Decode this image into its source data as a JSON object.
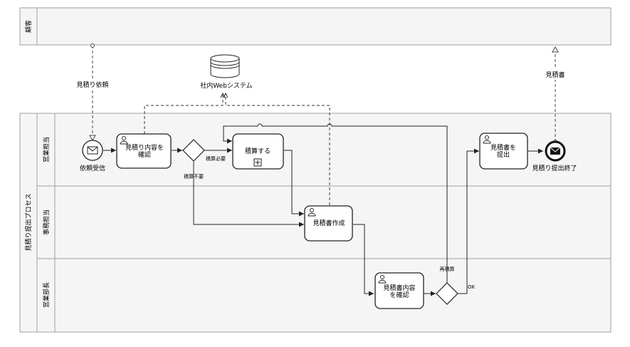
{
  "pools": {
    "customer": {
      "label": "顧客"
    },
    "process": {
      "label": "見積り提出プロセス",
      "lanes": [
        {
          "label": "営業担当"
        },
        {
          "label": "事務担当"
        },
        {
          "label": "営業部長"
        }
      ]
    }
  },
  "datastore": {
    "label": "社内Webシステム"
  },
  "events": {
    "start": {
      "label": "依頼受信"
    },
    "end": {
      "label": "見積り提出終了"
    }
  },
  "tasks": {
    "confirm_request": {
      "line1": "見積り内容を",
      "line2": "確認"
    },
    "estimate": {
      "label": "積算する"
    },
    "create_quote": {
      "label": "見積書作成"
    },
    "manager_review": {
      "line1": "見積書内容",
      "line2": "を確認"
    },
    "submit_quote": {
      "line1": "見積書を",
      "line2": "提出"
    }
  },
  "gateways": {
    "g1": {
      "yes": "積算必要",
      "no": "積算不要"
    },
    "g2": {
      "retry": "再積算",
      "ok": "OK"
    }
  },
  "messages": {
    "request": "見積り依頼",
    "quote": "見積書"
  },
  "colors": {
    "pool_fill": "#f5f5f5",
    "pool_stroke": "#a0a0a0",
    "shape_stroke": "#222222"
  }
}
